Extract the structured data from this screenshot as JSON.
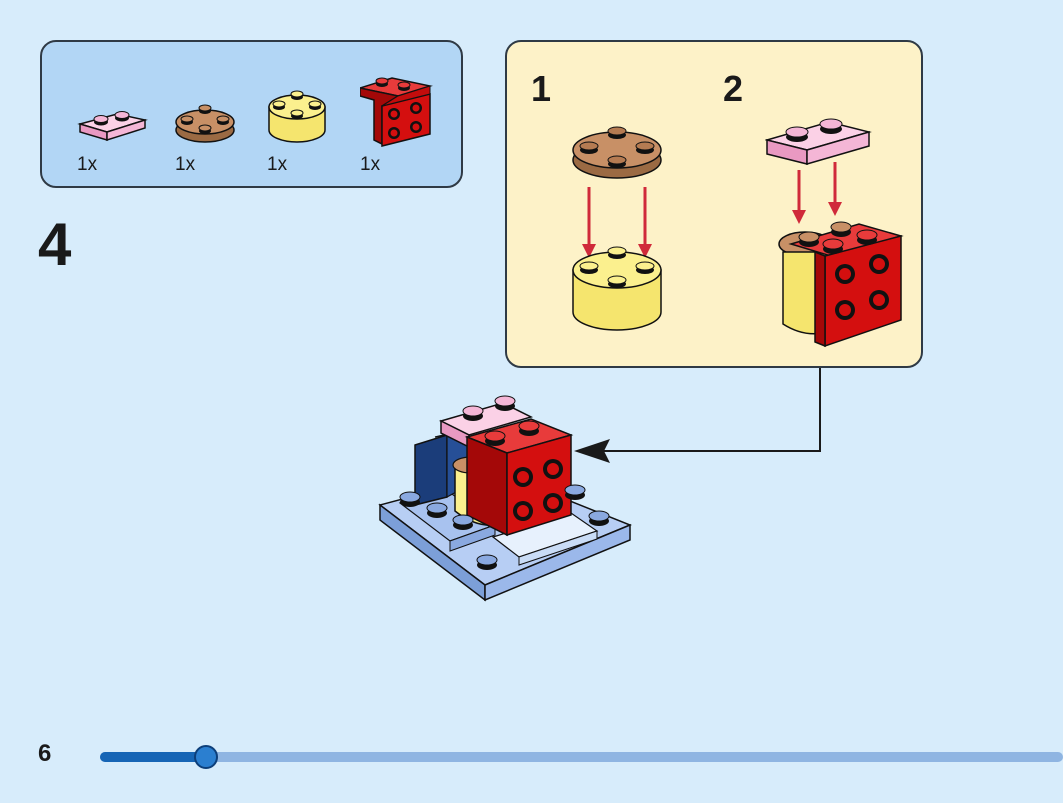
{
  "step": {
    "number": "4"
  },
  "parts": [
    {
      "qty": "1x",
      "color": "#f4b6d6",
      "name": "pink-plate-1x2"
    },
    {
      "qty": "1x",
      "color": "#b6835a",
      "name": "brown-round-plate-2x2"
    },
    {
      "qty": "1x",
      "color": "#fbf08e",
      "name": "yellow-round-brick-2x2"
    },
    {
      "qty": "1x",
      "color": "#d40f0f",
      "name": "red-bracket-2x2"
    }
  ],
  "substeps": [
    {
      "number": "1"
    },
    {
      "number": "2"
    }
  ],
  "page": {
    "number": "6"
  },
  "progress": {
    "fraction": 0.11
  },
  "colors": {
    "background": "#d7ecfb",
    "parts_box": "#b2d6f5",
    "callout_box": "#fdf2c8",
    "progress_fill": "#1665b5",
    "progress_track": "#8fb5e2",
    "arrow_red": "#d02a3a"
  }
}
